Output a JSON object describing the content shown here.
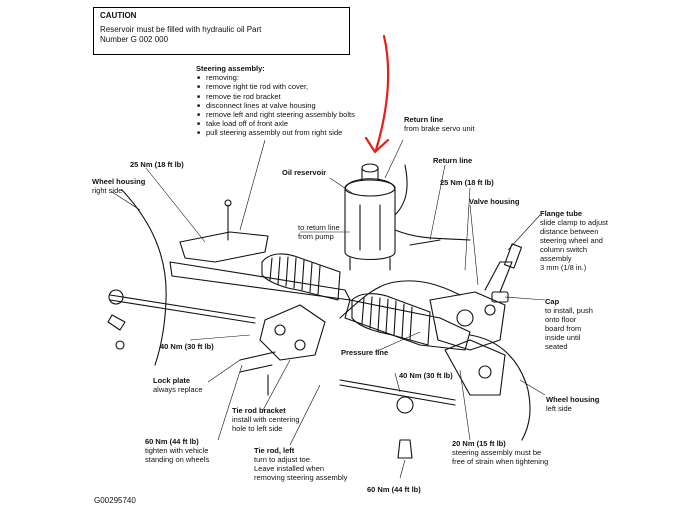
{
  "caution": {
    "title": "CAUTION",
    "line1": "Reservoir must be filled with hydraulic oil Part",
    "line2": "Number G 002 000"
  },
  "steering_assembly": {
    "heading": "Steering assembly:",
    "steps": [
      "removing:",
      "remove right tie rod with cover,",
      "remove tie rod bracket",
      "disconnect lines at valve housing",
      "remove left and right steering assembly bolts",
      "take load off of front axle",
      "pull steering assembly out from right side"
    ]
  },
  "labels": {
    "torque_25_top": "25 Nm (18 ft lb)",
    "wheel_housing_right_title": "Wheel housing",
    "wheel_housing_right_sub": "right side",
    "oil_reservoir": "Oil reservoir",
    "return_line_top_title": "Return line",
    "return_line_top_sub": "from brake servo unit",
    "return_line_mid": "Return line",
    "torque_25_right": "25 Nm (18 ft lb)",
    "to_return_line_1": "to return line",
    "to_return_line_2": "from pump",
    "valve_housing": "Valve housing",
    "flange_tube_title": "Flange tube",
    "flange_tube_lines": [
      "slide clamp to adjust",
      "distance between",
      "steering wheel and",
      "column switch",
      "assembly",
      "3 mm (1/8 in.)"
    ],
    "cap_title": "Cap",
    "cap_lines": [
      "to install, push",
      "onto floor",
      "board from",
      "inside until",
      "seated"
    ],
    "torque_40_left": "40 Nm (30 ft lb)",
    "pressure_line": "Pressure line",
    "lock_plate_title": "Lock plate",
    "lock_plate_sub": "always replace",
    "torque_40_mid": "40 Nm (30 ft lb)",
    "wheel_housing_left_title": "Wheel housing",
    "wheel_housing_left_sub": "left side",
    "tie_rod_bracket_title": "Tie rod bracket",
    "tie_rod_bracket_lines": [
      "install with centering",
      "hole to left side"
    ],
    "torque_60_left": "60 Nm (44 ft lb)",
    "torque_60_left_lines": [
      "tighten with vehicle",
      "standing on wheels"
    ],
    "tie_rod_left_title": "Tie rod, left",
    "tie_rod_left_lines": [
      "turn to adjust toe.",
      "Leave installed when",
      "removing steering assembly"
    ],
    "torque_20": "20 Nm (15 ft lb)",
    "torque_20_lines": [
      "steering assembly must be",
      "free of strain when tightening"
    ],
    "torque_60_bottom": "60 Nm (44 ft lb)"
  },
  "figure_code": "G00295740",
  "colors": {
    "ink": "#111111",
    "annotation_arrow": "#e3201c"
  }
}
